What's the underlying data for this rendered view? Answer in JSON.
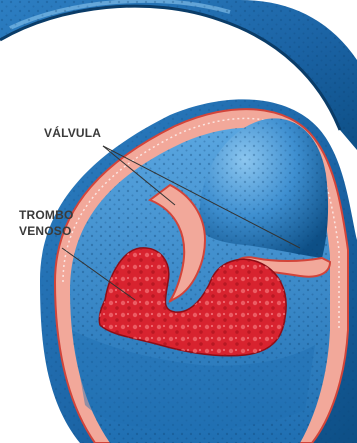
{
  "labels": {
    "valve": "VÁLVULA",
    "thrombus_line1": "TROMBO",
    "thrombus_line2": "VENOSO"
  },
  "colors": {
    "background": "#ffffff",
    "vessel_blue_dark": "#0d4f86",
    "vessel_blue_mid": "#2d7fc3",
    "vessel_blue_light": "#6fb4e8",
    "vein_wall_pink": "#f2a89a",
    "wall_outline_red": "#d2443a",
    "thrombus_red": "#d8232f",
    "thrombus_highlight": "#f06a70",
    "label_text": "#3a3a3a",
    "leader_line": "#333333"
  }
}
